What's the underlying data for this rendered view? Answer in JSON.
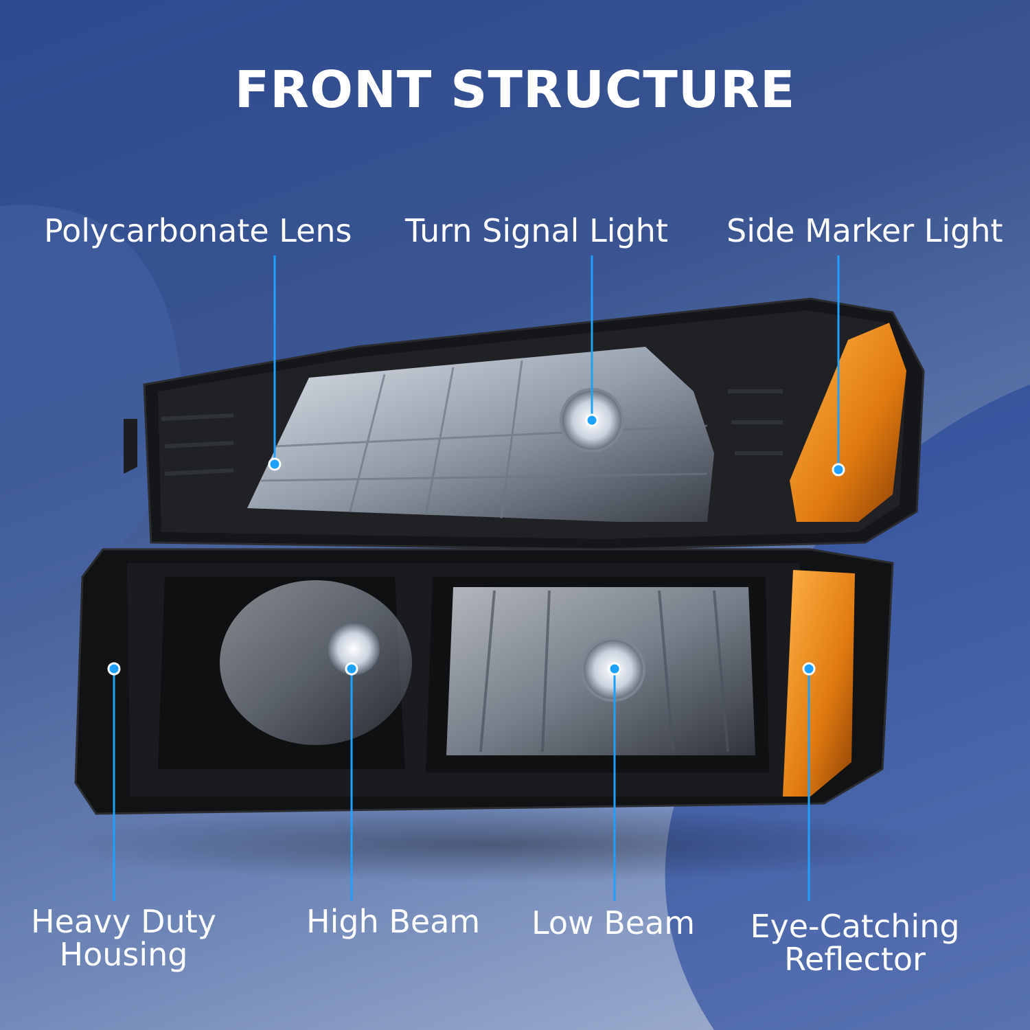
{
  "title": "FRONT STRUCTURE",
  "callouts": {
    "polycarbonate_lens": "Polycarbonate Lens",
    "turn_signal_light": "Turn Signal Light",
    "side_marker_light": "Side Marker Light",
    "heavy_duty_housing_l1": "Heavy Duty",
    "heavy_duty_housing_l2": "Housing",
    "high_beam": "High Beam",
    "low_beam": "Low Beam",
    "eye_catching_l1": "Eye-Catching",
    "eye_catching_l2": "Reflector"
  },
  "colors": {
    "callout_line": "#1ea0ff",
    "background": "#2c4a8f",
    "amber": "#f08a12"
  }
}
